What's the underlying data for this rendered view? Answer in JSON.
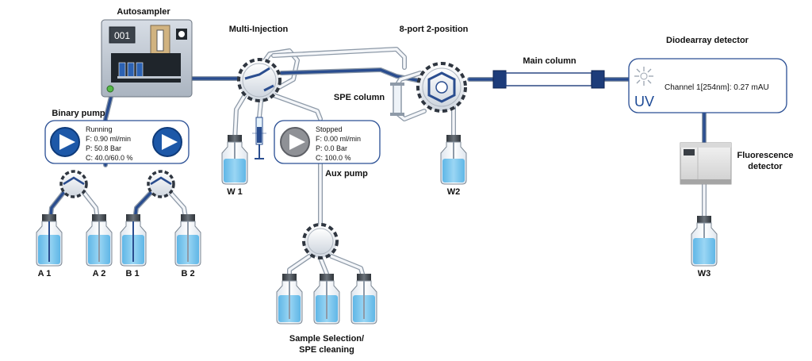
{
  "labels": {
    "autosampler": "Autosampler",
    "autosampler_display": "001",
    "multi_injection": "Multi-Injection",
    "port_valve": "8-port 2-position",
    "main_column": "Main column",
    "diodearray": "Diodearray detector",
    "spe_column": "SPE column",
    "binary_pump": "Binary pump",
    "aux_pump": "Aux pump",
    "fluorescence_line1": "Fluorescence",
    "fluorescence_line2": "detector",
    "sample_selection_line1": "Sample Selection/",
    "sample_selection_line2": "SPE cleaning"
  },
  "binary_pump": {
    "status": "Running",
    "flow": "F: 0.90 ml/min",
    "pressure": "P: 50.8  Bar",
    "composition": "C: 40.0/60.0 %"
  },
  "aux_pump": {
    "status": "Stopped",
    "flow": "F: 0.00 ml/min",
    "pressure": "P: 0.0  Bar",
    "composition": "C: 100.0 %"
  },
  "uv_detector": {
    "channel": "Channel 1[254nm]: 0.27 mAU",
    "uv_text": "UV"
  },
  "bottles": {
    "a1": "A 1",
    "a2": "A 2",
    "b1": "B 1",
    "b2": "B 2",
    "w1": "W 1",
    "w2": "W2",
    "w3": "W3"
  },
  "colors": {
    "tube_outline": "#8e9aa8",
    "solvent_blue": "#2a4d8f",
    "panel_border": "#2a4f94",
    "liquid": "#7ec8ec",
    "pump_running": "#1d58a8",
    "pump_stopped": "#8f9196"
  }
}
